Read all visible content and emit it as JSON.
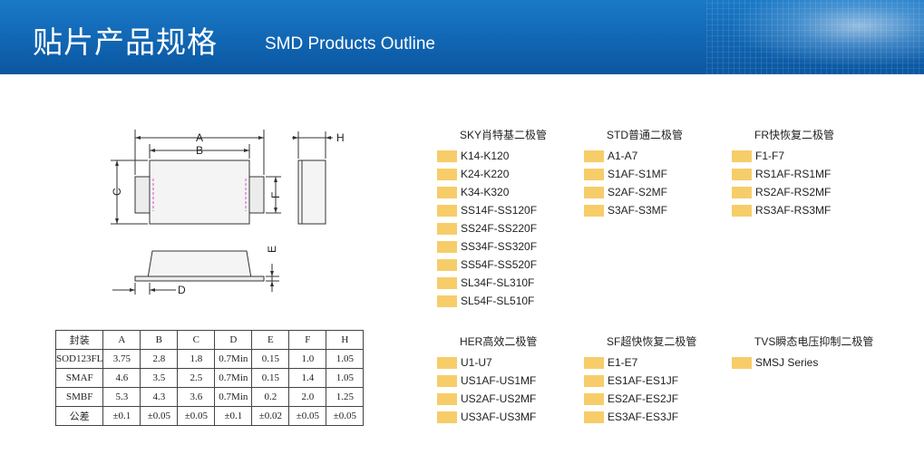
{
  "header": {
    "title_cn": "贴片产品规格",
    "title_en": "SMD Products Outline"
  },
  "drawing": {
    "labels": {
      "a": "A",
      "b": "B",
      "c": "C",
      "d": "D",
      "e": "E",
      "f": "F",
      "h": "H"
    }
  },
  "spec_table": {
    "headers": [
      "封装",
      "A",
      "B",
      "C",
      "D",
      "E",
      "F",
      "H"
    ],
    "rows": [
      [
        "SOD123FL",
        "3.75",
        "2.8",
        "1.8",
        "0.7Min",
        "0.15",
        "1.0",
        "1.05"
      ],
      [
        "SMAF",
        "4.6",
        "3.5",
        "2.5",
        "0.7Min",
        "0.15",
        "1.4",
        "1.05"
      ],
      [
        "SMBF",
        "5.3",
        "4.3",
        "3.6",
        "0.7Min",
        "0.2",
        "2.0",
        "1.25"
      ],
      [
        "公差",
        "±0.1",
        "±0.05",
        "±0.05",
        "±0.1",
        "±0.02",
        "±0.05",
        "±0.05"
      ]
    ]
  },
  "categories": [
    {
      "title": "SKY肖特基二极管",
      "items": [
        "K14-K120",
        "K24-K220",
        "K34-K320",
        "SS14F-SS120F",
        "SS24F-SS220F",
        "SS34F-SS320F",
        "SS54F-SS520F",
        "SL34F-SL310F",
        "SL54F-SL510F"
      ]
    },
    {
      "title": "STD普通二极管",
      "items": [
        "A1-A7",
        "S1AF-S1MF",
        "S2AF-S2MF",
        "S3AF-S3MF"
      ]
    },
    {
      "title": "FR快恢复二极管",
      "items": [
        "F1-F7",
        "RS1AF-RS1MF",
        "RS2AF-RS2MF",
        "RS3AF-RS3MF"
      ]
    },
    {
      "title": "HER高效二极管",
      "items": [
        "U1-U7",
        "US1AF-US1MF",
        "US2AF-US2MF",
        "US3AF-US3MF"
      ]
    },
    {
      "title": "SF超快恢复二极管",
      "items": [
        "E1-E7",
        "ES1AF-ES1JF",
        "ES2AF-ES2JF",
        "ES3AF-ES3JF"
      ]
    },
    {
      "title": "TVS瞬态电压抑制二极管",
      "items": [
        "SMSJ Series"
      ]
    }
  ],
  "colors": {
    "banner": "#1166b3",
    "swatch": "#f7cd6a",
    "pad_marker": "#e04bd0"
  }
}
